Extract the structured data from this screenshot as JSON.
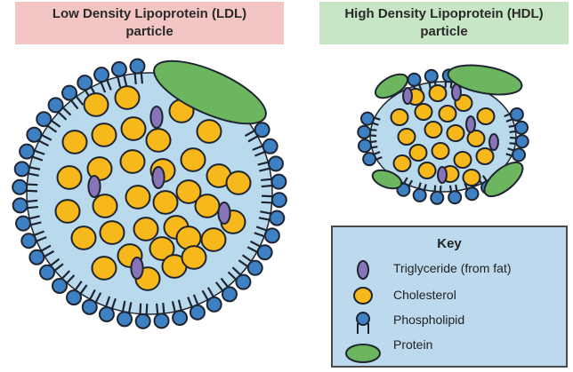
{
  "ldl": {
    "title_line1": "Low Density Lipoprotein (LDL)",
    "title_line2": "particle"
  },
  "hdl": {
    "title_line1": "High Density Lipoprotein (HDL)",
    "title_line2": "particle"
  },
  "key": {
    "title": "Key",
    "items": [
      {
        "label": "Triglyceride (from fat)",
        "icon": "triglyceride-icon"
      },
      {
        "label": "Cholesterol",
        "icon": "cholesterol-icon"
      },
      {
        "label": "Phospholipid",
        "icon": "phospholipid-icon"
      },
      {
        "label": "Protein",
        "icon": "protein-icon"
      }
    ]
  },
  "colors": {
    "core": "#b9d9ec",
    "cholesterol": "#f6b81a",
    "triglyceride": "#8774b9",
    "phospholipid_head": "#3e80c4",
    "protein": "#6cb65f",
    "outline": "#1e2530"
  }
}
